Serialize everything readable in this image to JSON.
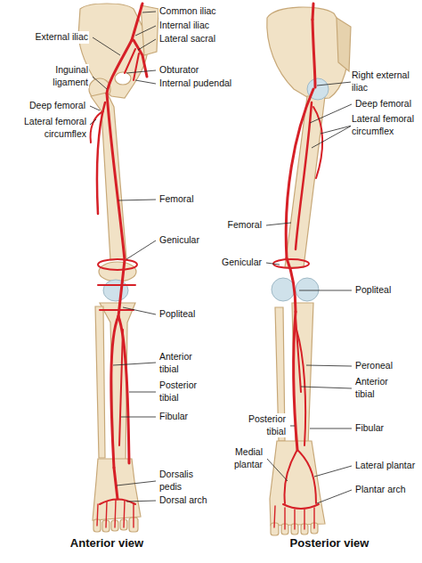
{
  "diagram": {
    "labels": [
      "Common iliac",
      "External iliac",
      "Internal iliac",
      "Lateral sacral",
      "Inguinal ligament",
      "Obturator",
      "Internal pudendal",
      "Deep femoral",
      "Lateral femoral circumflex",
      "Femoral",
      "Genicular",
      "Popliteal",
      "Anterior tibial",
      "Posterior tibial",
      "Fibular",
      "Dorsalis pedis",
      "Dorsal arch",
      "Anterior view",
      "Right external iliac",
      "Deep femoral",
      "Lateral femoral circumflex",
      "Femoral",
      "Genicular",
      "Popliteal",
      "Peroneal",
      "Anterior tibial",
      "Fibular",
      "Posterior tibial",
      "Lateral plantar",
      "Medial plantar",
      "Plantar arch",
      "Posterior view"
    ]
  }
}
